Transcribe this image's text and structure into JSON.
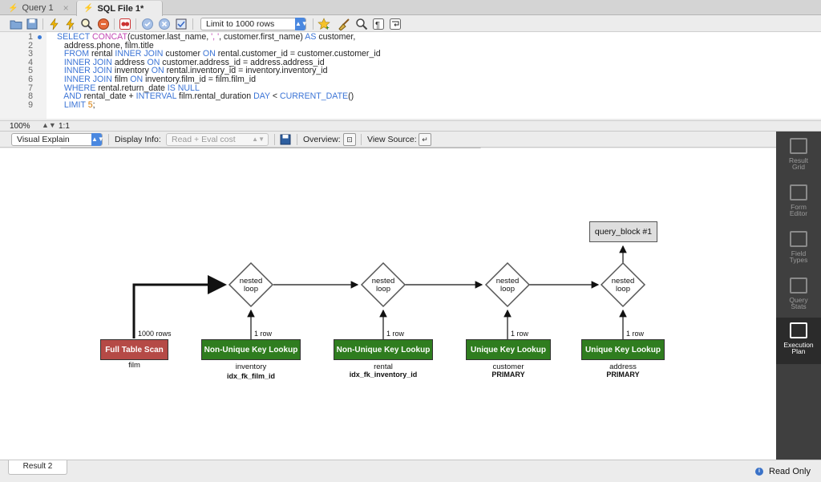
{
  "tabs": [
    {
      "label": "Query 1",
      "close": "×"
    },
    {
      "label": "SQL File 1*"
    }
  ],
  "toolbar": {
    "limit_value": "Limit to 1000 rows"
  },
  "editor": {
    "lines": [
      {
        "n": "1",
        "html": "<span class='kw'>SELECT</span> <span class='fn'>CONCAT</span>(customer.last_name, <span class='str'>', '</span>, customer.first_name) <span class='kw'>AS</span> customer,"
      },
      {
        "n": "2",
        "html": "   address.phone, film.title"
      },
      {
        "n": "3",
        "html": "   <span class='kw'>FROM</span> rental <span class='kw'>INNER JOIN</span> customer <span class='kw'>ON</span> rental.customer_id = customer.customer_id"
      },
      {
        "n": "4",
        "html": "   <span class='kw'>INNER JOIN</span> address <span class='kw'>ON</span> customer.address_id = address.address_id"
      },
      {
        "n": "5",
        "html": "   <span class='kw'>INNER JOIN</span> inventory <span class='kw'>ON</span> rental.inventory_id = inventory.inventory_id"
      },
      {
        "n": "6",
        "html": "   <span class='kw'>INNER JOIN</span> film <span class='kw'>ON</span> inventory.film_id = film.film_id"
      },
      {
        "n": "7",
        "html": "   <span class='kw'>WHERE</span> rental.return_date <span class='kw'>IS NULL</span>"
      },
      {
        "n": "8",
        "html": "   <span class='kw'>AND</span> rental_date + <span class='kw'>INTERVAL</span> film.rental_duration <span class='kw'>DAY</span> &lt; <span class='kw'>CURRENT_DATE</span>()"
      },
      {
        "n": "9",
        "html": "   <span class='kw'>LIMIT</span> <span class='num'>5</span>;"
      }
    ],
    "zoom": "100%",
    "cursor": "1:1"
  },
  "result_header": {
    "view_select": "Visual Explain",
    "display_info_label": "Display Info:",
    "display_info_value": "Read + Eval cost",
    "overview_label": "Overview:",
    "view_source_label": "View Source:"
  },
  "plan": {
    "query_block": "query_block #1",
    "nested_loop_text": "nested\nloop",
    "nodes": [
      {
        "label": "Full Table Scan",
        "table": "film",
        "key": "",
        "rows": "1000 rows"
      },
      {
        "label": "Non-Unique Key Lookup",
        "table": "inventory",
        "key": "idx_fk_film_id",
        "rows": "1 row"
      },
      {
        "label": "Non-Unique Key Lookup",
        "table": "rental",
        "key": "idx_fk_inventory_id",
        "rows": "1 row"
      },
      {
        "label": "Unique Key Lookup",
        "table": "customer",
        "key": "PRIMARY",
        "rows": "1 row"
      },
      {
        "label": "Unique Key Lookup",
        "table": "address",
        "key": "PRIMARY",
        "rows": "1 row"
      }
    ]
  },
  "side_panel": [
    {
      "label": "Result Grid"
    },
    {
      "label": "Form Editor"
    },
    {
      "label": "Field Types"
    },
    {
      "label": "Query Stats"
    },
    {
      "label": "Execution Plan"
    }
  ],
  "bottom": {
    "result_tab": "Result 2",
    "status": "Read Only"
  }
}
